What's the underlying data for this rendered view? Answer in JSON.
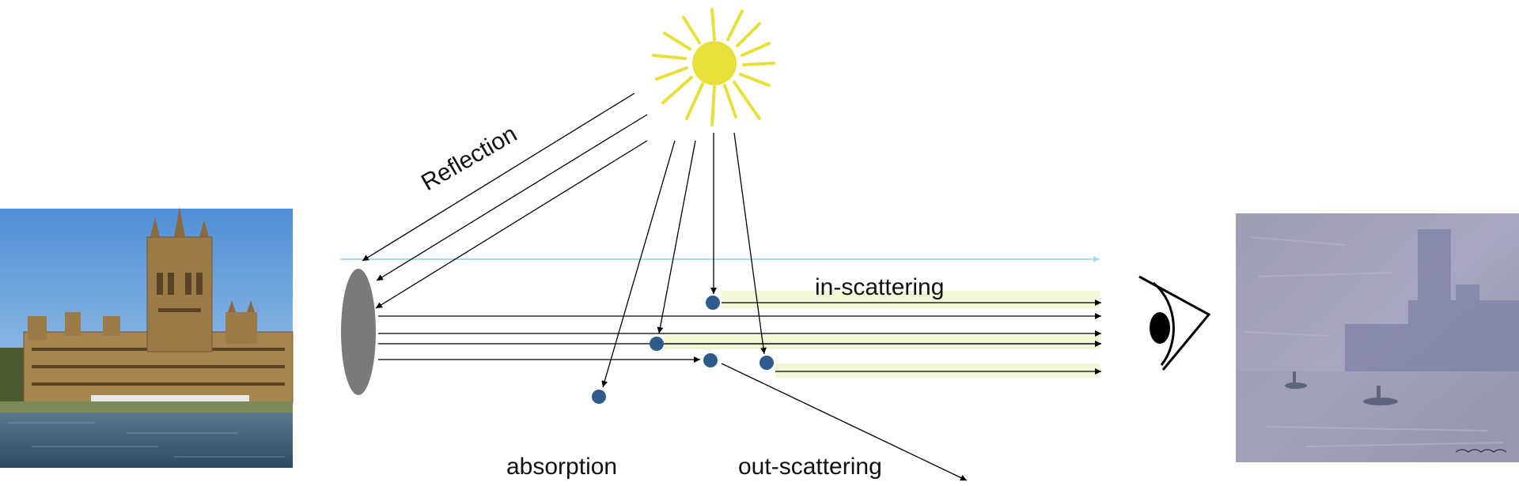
{
  "labels": {
    "reflection": "Reflection",
    "in_scattering": "in-scattering",
    "absorption": "absorption",
    "out_scattering": "out-scattering"
  },
  "images": {
    "left_photo": "photograph of the Houses of Parliament, London, on a clear day",
    "right_painting": "Monet painting of the Houses of Parliament in fog"
  },
  "colors": {
    "sun": "#e8e03a",
    "particle": "#2f5b8c",
    "object": "#7a7a7a",
    "direct_ray": "#a9dcea",
    "highlight_band": "#f3f6d4",
    "arrow": "#000000"
  },
  "icons": [
    "sun-icon",
    "eye-icon"
  ]
}
